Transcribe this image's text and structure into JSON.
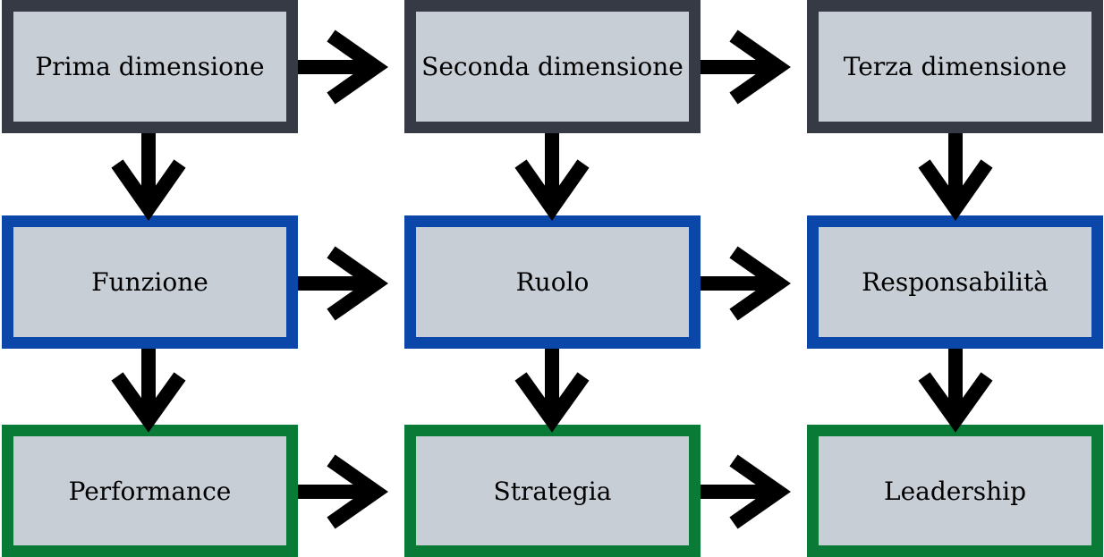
{
  "boxes": {
    "r1c1": "Prima dimensione",
    "r1c2": "Seconda dimensione",
    "r1c3": "Terza dimensione",
    "r2c1": "Funzione",
    "r2c2": "Ruolo",
    "r2c3": "Responsabilità",
    "r3c1": "Performance",
    "r3c2": "Strategia",
    "r3c3": "Leadership"
  },
  "colors": {
    "box_fill": "#c8ced6",
    "row1_border": "#353a45",
    "row2_border": "#0a47a8",
    "row3_border": "#0a7b36",
    "arrow": "#000000"
  }
}
